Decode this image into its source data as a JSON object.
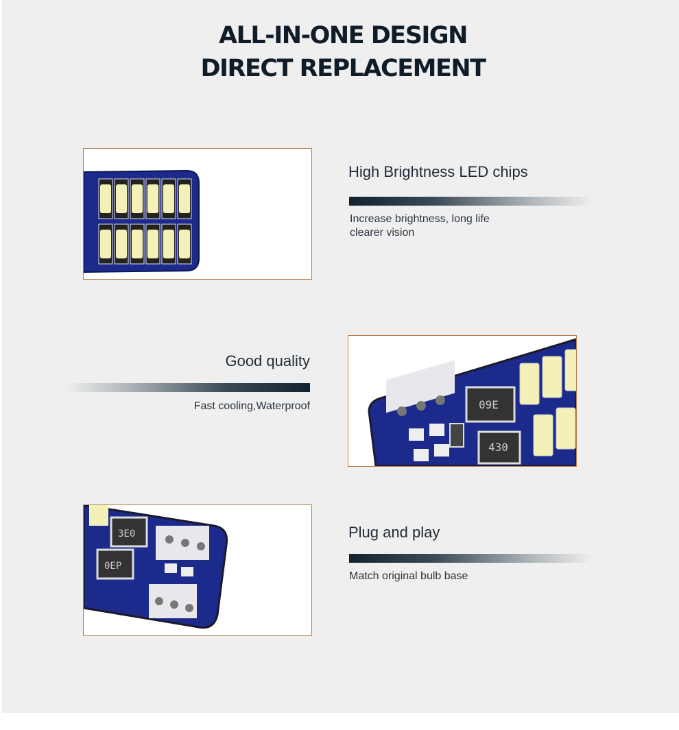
{
  "header": {
    "line1": "ALL-IN-ONE DESIGN",
    "line2": "DIRECT REPLACEMENT"
  },
  "features": [
    {
      "title": "High Brightness LED chips",
      "desc_lines": [
        "Increase brightness, long life",
        "clearer vision"
      ]
    },
    {
      "title": "Good quality",
      "desc_lines": [
        "Fast cooling,Waterproof"
      ]
    },
    {
      "title": "Plug and play",
      "desc_lines": [
        "Match original bulb base"
      ]
    }
  ],
  "photos": {
    "resistor_labels": [
      "09E",
      "430",
      "3E0",
      "0EP"
    ]
  },
  "colors": {
    "background": "#efefef",
    "frame": "#b57d4f",
    "pcb": "#1c2a8c",
    "led": "#f4f1b8",
    "text": "#1e2a36"
  }
}
